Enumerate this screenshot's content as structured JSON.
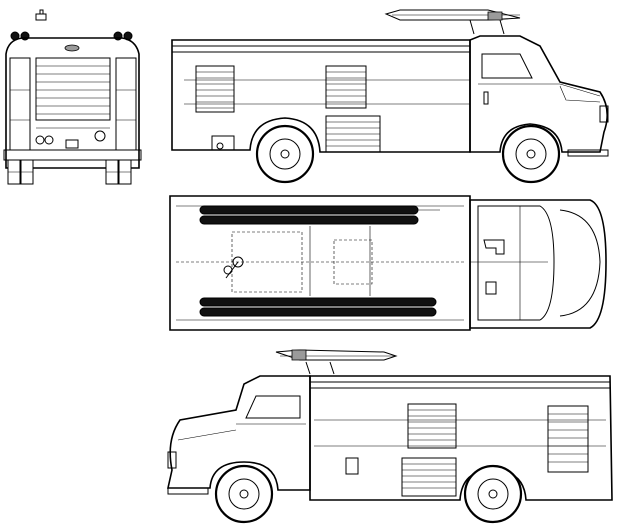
{
  "drawing": {
    "subject": "",
    "views": [
      {
        "id": "rear-view"
      },
      {
        "id": "left-side-view"
      },
      {
        "id": "top-view"
      },
      {
        "id": "right-side-view"
      }
    ]
  },
  "colors": {
    "line": "#000000",
    "background": "#ffffff",
    "hose": "#111111"
  }
}
